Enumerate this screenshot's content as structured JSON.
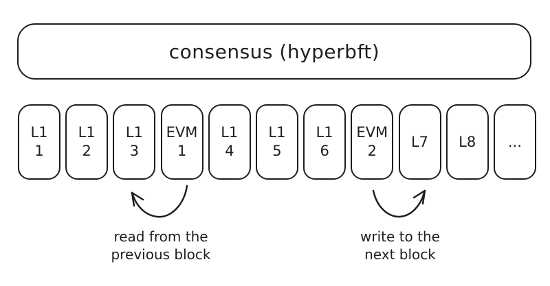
{
  "consensus": {
    "title": "consensus (hyperbft)"
  },
  "blocks": [
    {
      "line1": "L1",
      "line2": "1"
    },
    {
      "line1": "L1",
      "line2": "2"
    },
    {
      "line1": "L1",
      "line2": "3"
    },
    {
      "line1": "EVM",
      "line2": "1"
    },
    {
      "line1": "L1",
      "line2": "4"
    },
    {
      "line1": "L1",
      "line2": "5"
    },
    {
      "line1": "L1",
      "line2": "6"
    },
    {
      "line1": "EVM",
      "line2": "2"
    },
    {
      "line1": "L7"
    },
    {
      "line1": "L8"
    },
    {
      "line1": "..."
    }
  ],
  "annotations": {
    "read": {
      "line1": "read from the",
      "line2": "previous block"
    },
    "write": {
      "line1": "write to the",
      "line2": "next block"
    }
  },
  "icons": {
    "read_arrow": "curved-arrow-up-left",
    "write_arrow": "curved-arrow-up-right"
  },
  "colors": {
    "stroke": "#1e1e1e",
    "background": "#ffffff"
  }
}
